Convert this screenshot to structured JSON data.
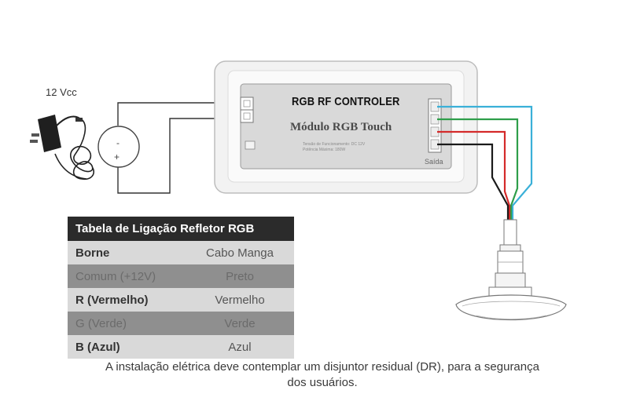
{
  "power": {
    "voltage_label": "12 Vcc",
    "minus": "-",
    "plus": "+"
  },
  "controller": {
    "title": "RGB RF CONTROLER",
    "module_name": "Módulo RGB Touch",
    "spec_line_1": "Tensão de Funcionamento: DC 12V",
    "spec_line_2": "Potência Máxima: 180W",
    "output_label": "Saída"
  },
  "wire_colors": {
    "blue": "#3ab0d8",
    "green": "#2e9e4a",
    "red": "#d42a2a",
    "black": "#1a1a1a",
    "power": "#333333"
  },
  "table": {
    "title": "Tabela de Ligação Refletor RGB",
    "rows": [
      {
        "borne": "Borne",
        "cabo": "Cabo Manga"
      },
      {
        "borne": "Comum (+12V)",
        "cabo": "Preto"
      },
      {
        "borne": "R (Vermelho)",
        "cabo": "Vermelho"
      },
      {
        "borne": "G (Verde)",
        "cabo": "Verde"
      },
      {
        "borne": "B (Azul)",
        "cabo": "Azul"
      }
    ]
  },
  "footnote": {
    "line1": "A instalação elétrica deve contemplar um disjuntor residual (DR), para a segurança",
    "line2": "dos usuários."
  }
}
